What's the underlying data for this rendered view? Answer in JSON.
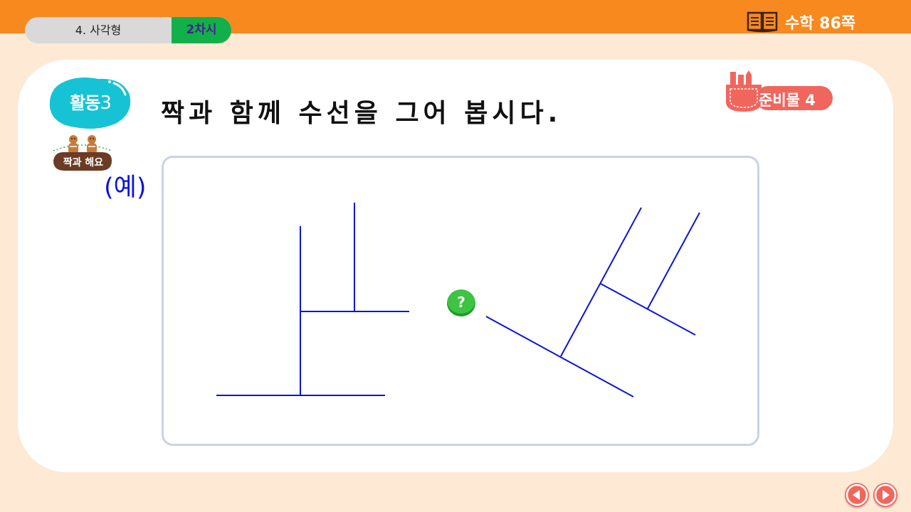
{
  "header": {
    "chapter": "4. 사각형",
    "lesson": "2차시",
    "book_ref": "수학  86쪽"
  },
  "activity": {
    "badge_text": "활동",
    "badge_number": "3",
    "pair_label": "짝과 해요",
    "instruction": "짝과 함께 수선을 그어 봅시다.",
    "materials_label": "준비물",
    "materials_number": "4",
    "example_label": "(예)"
  },
  "drawing": {
    "line_color": "#0a14d8"
  },
  "icons": {
    "help": "question-icon",
    "prev": "prev-arrow-icon",
    "next": "next-arrow-icon",
    "book": "book-icon",
    "help_glyph": "?"
  },
  "colors": {
    "top_bar": "#f7891f",
    "lesson_badge": "#12b04b",
    "activity_badge": "#16c3d4",
    "nav_buttons": "#f0665d"
  }
}
